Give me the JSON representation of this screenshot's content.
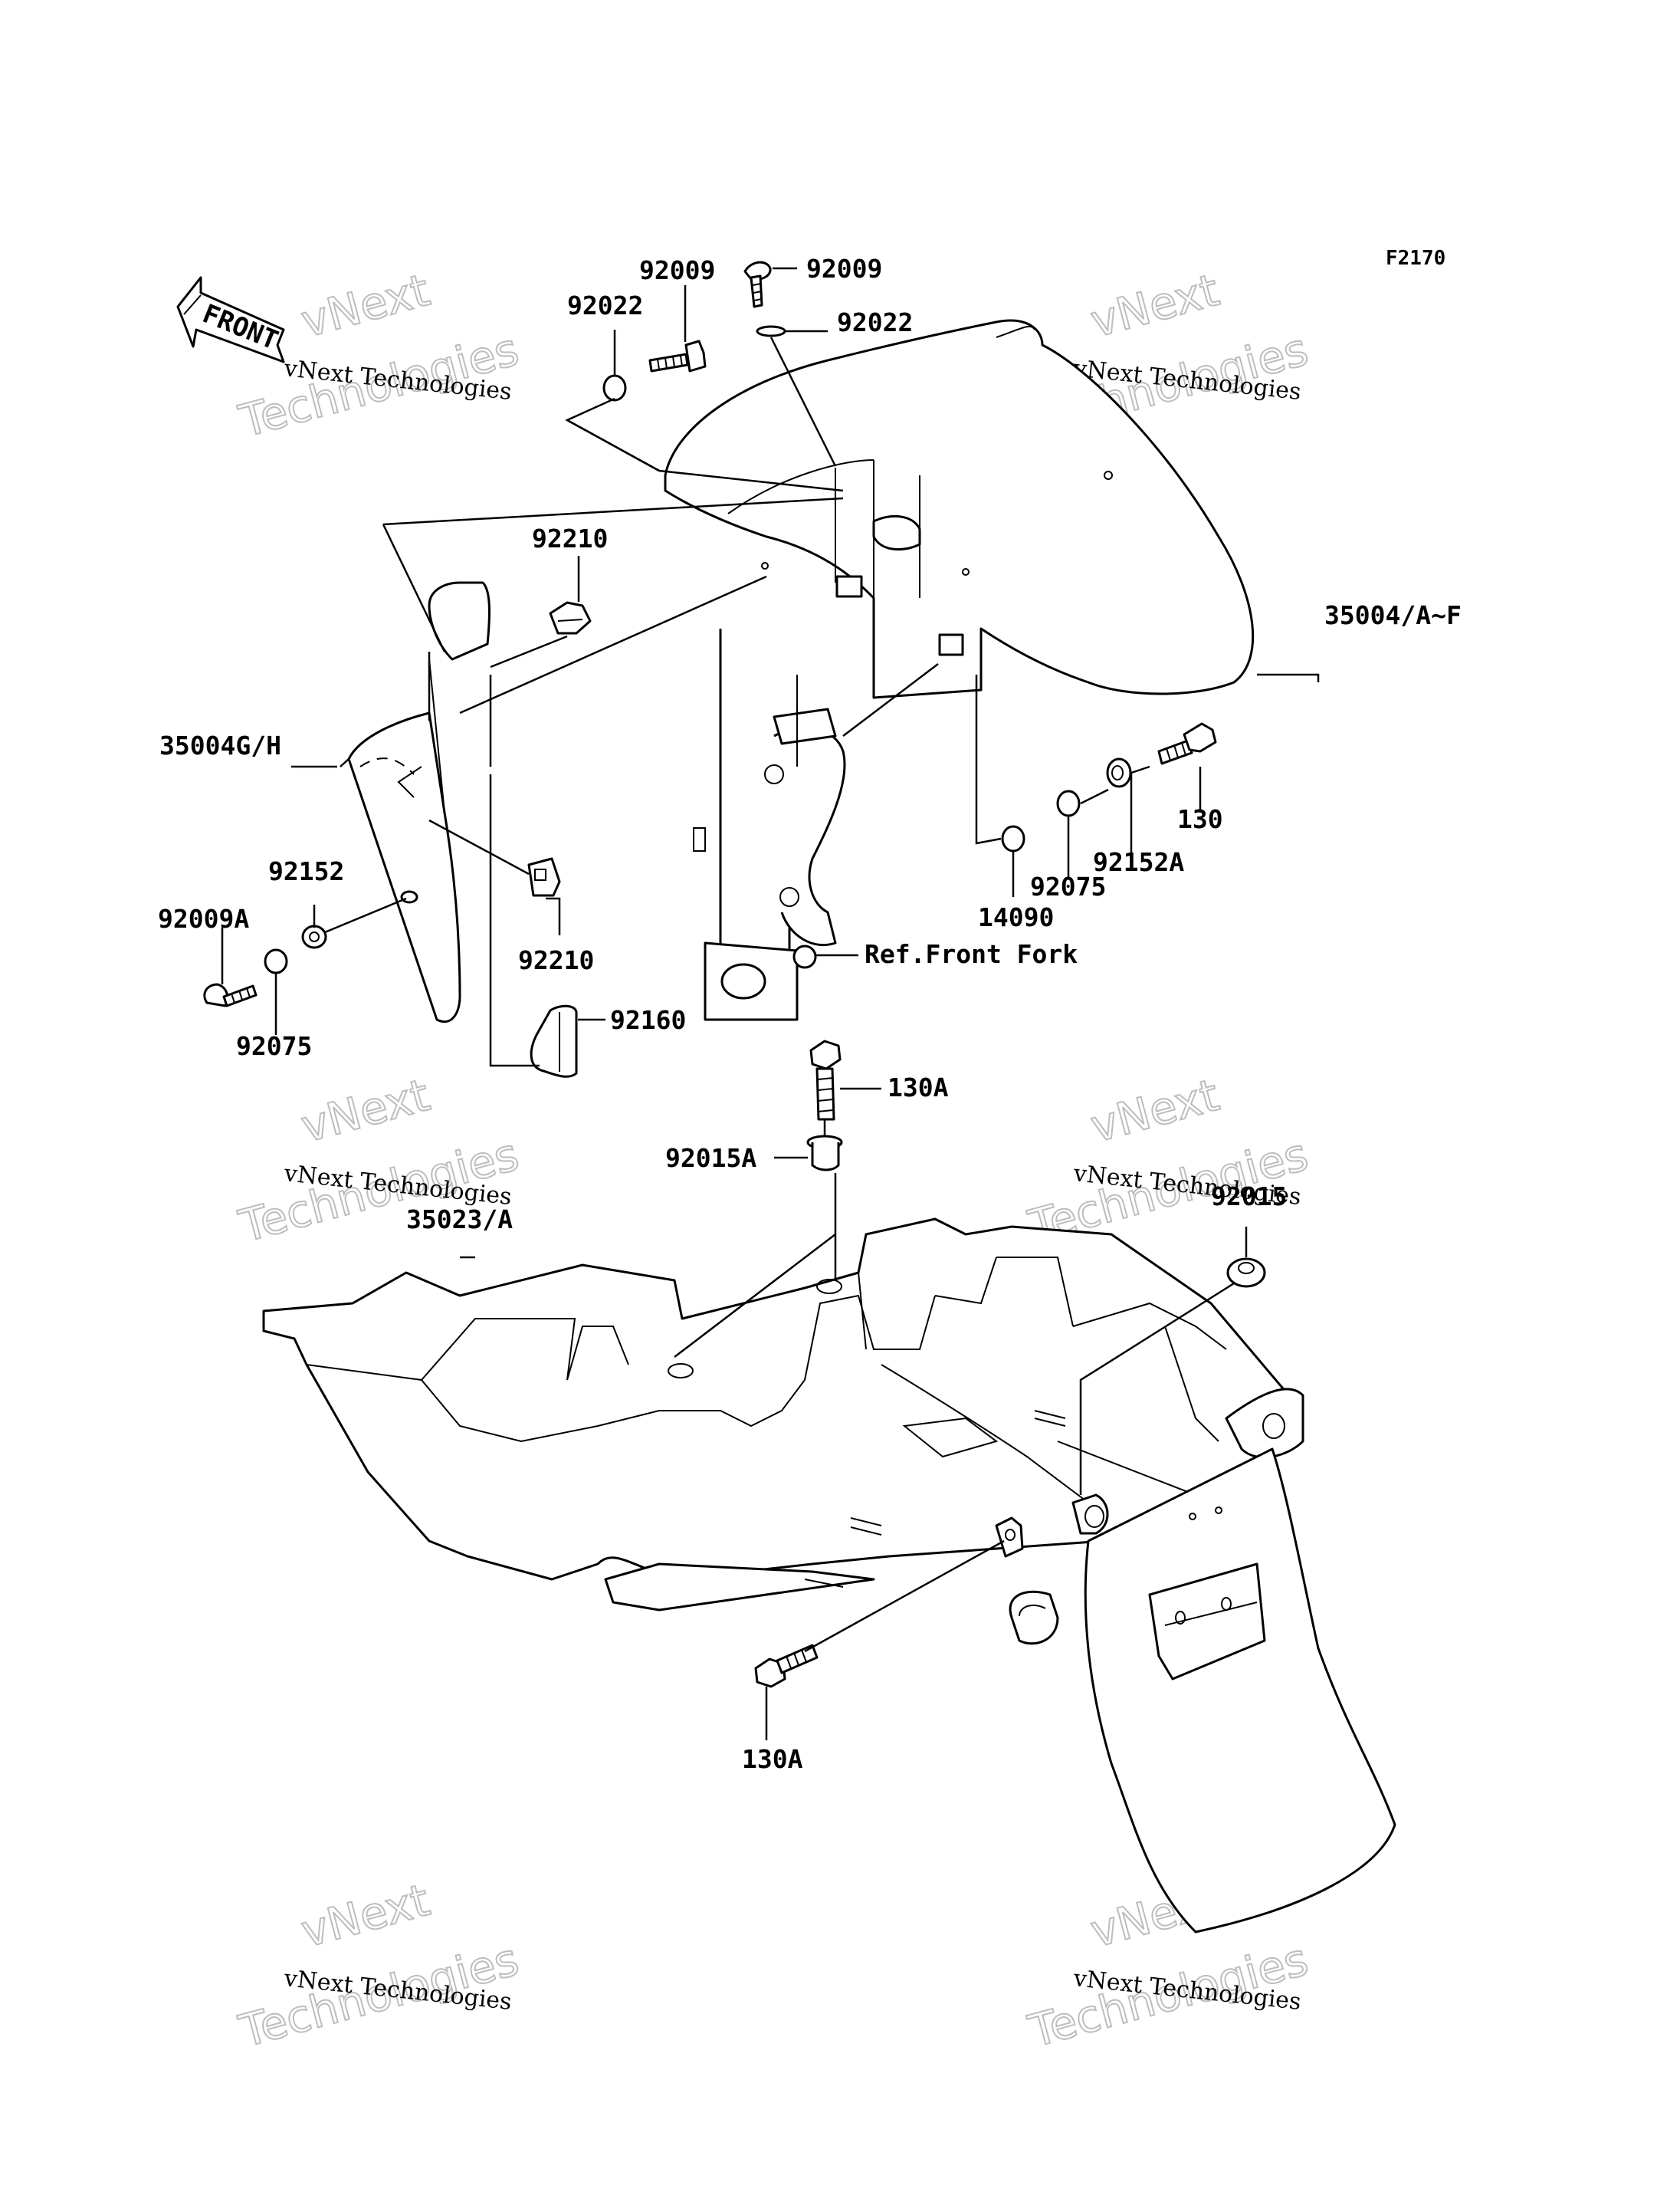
{
  "figure_id": "F2170",
  "front_arrow_label": "FRONT",
  "watermark": {
    "line1": "vNext Technologies",
    "line2": "vNext",
    "line3": "Technologies"
  },
  "labels": {
    "p92009_left": "92009",
    "p92009_right": "92009",
    "p92022_left": "92022",
    "p92022_right": "92022",
    "p92210_top": "92210",
    "p35004AF": "35004/A~F",
    "p35004GH": "35004G/H",
    "p130": "130",
    "p92152A": "92152A",
    "p92075_right": "92075",
    "p14090": "14090",
    "p92152": "92152",
    "p92009A": "92009A",
    "p92075_left": "92075",
    "p92210_bottom": "92210",
    "ref_front_fork": "Ref.Front Fork",
    "p92160": "92160",
    "p130A_top": "130A",
    "p92015A": "92015A",
    "p92015": "92015",
    "p35023A": "35023/A",
    "p130A_bottom": "130A"
  }
}
